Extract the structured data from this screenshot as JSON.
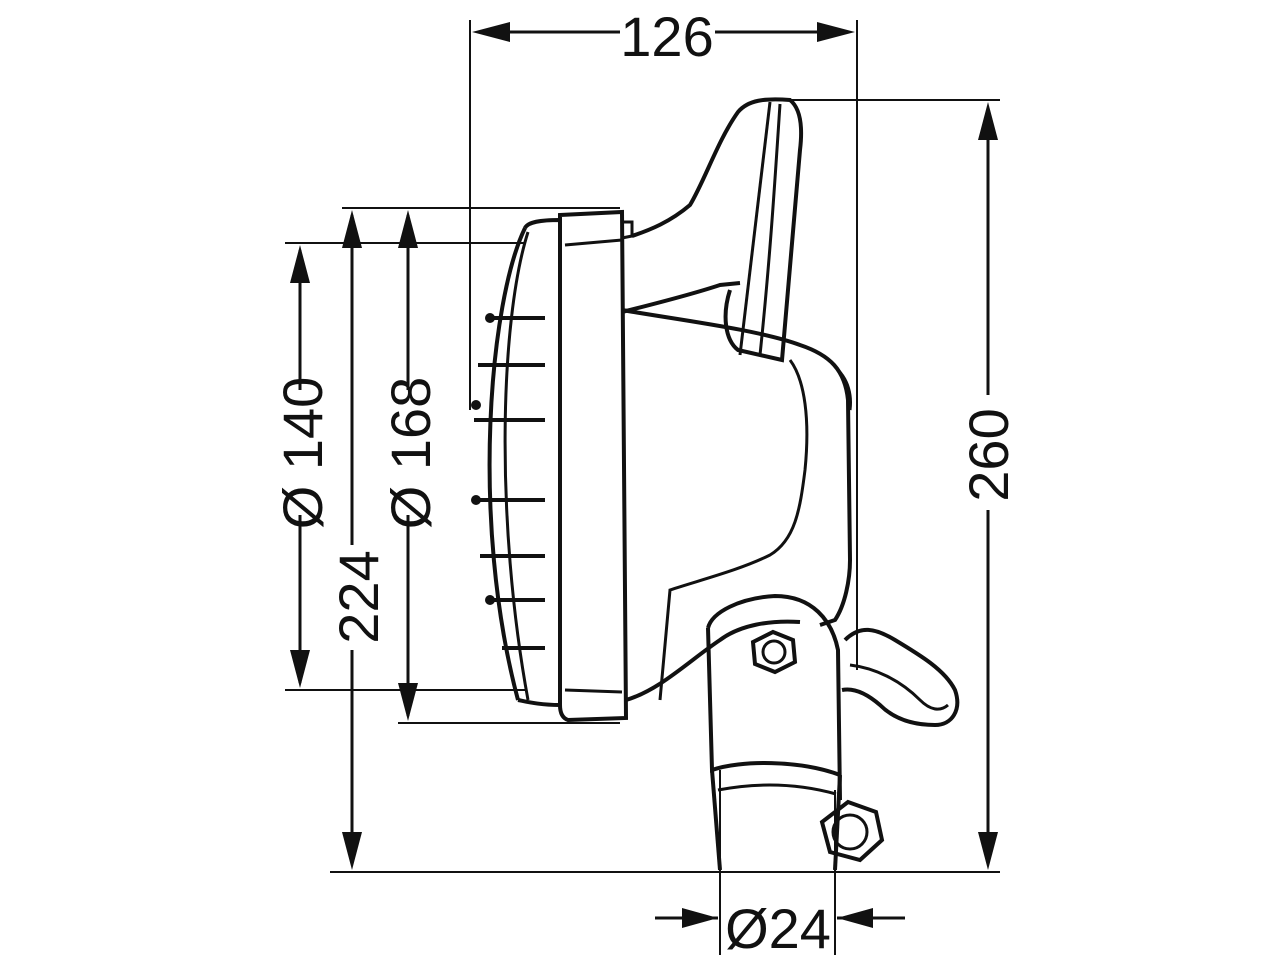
{
  "dimensions": {
    "width_top": "126",
    "height_right": "260",
    "diameter_140": "Ø 140",
    "diameter_168": "Ø 168",
    "height_224": "224",
    "mount_diameter": "Ø24"
  },
  "colors": {
    "line": "#111111",
    "background": "#ffffff"
  }
}
